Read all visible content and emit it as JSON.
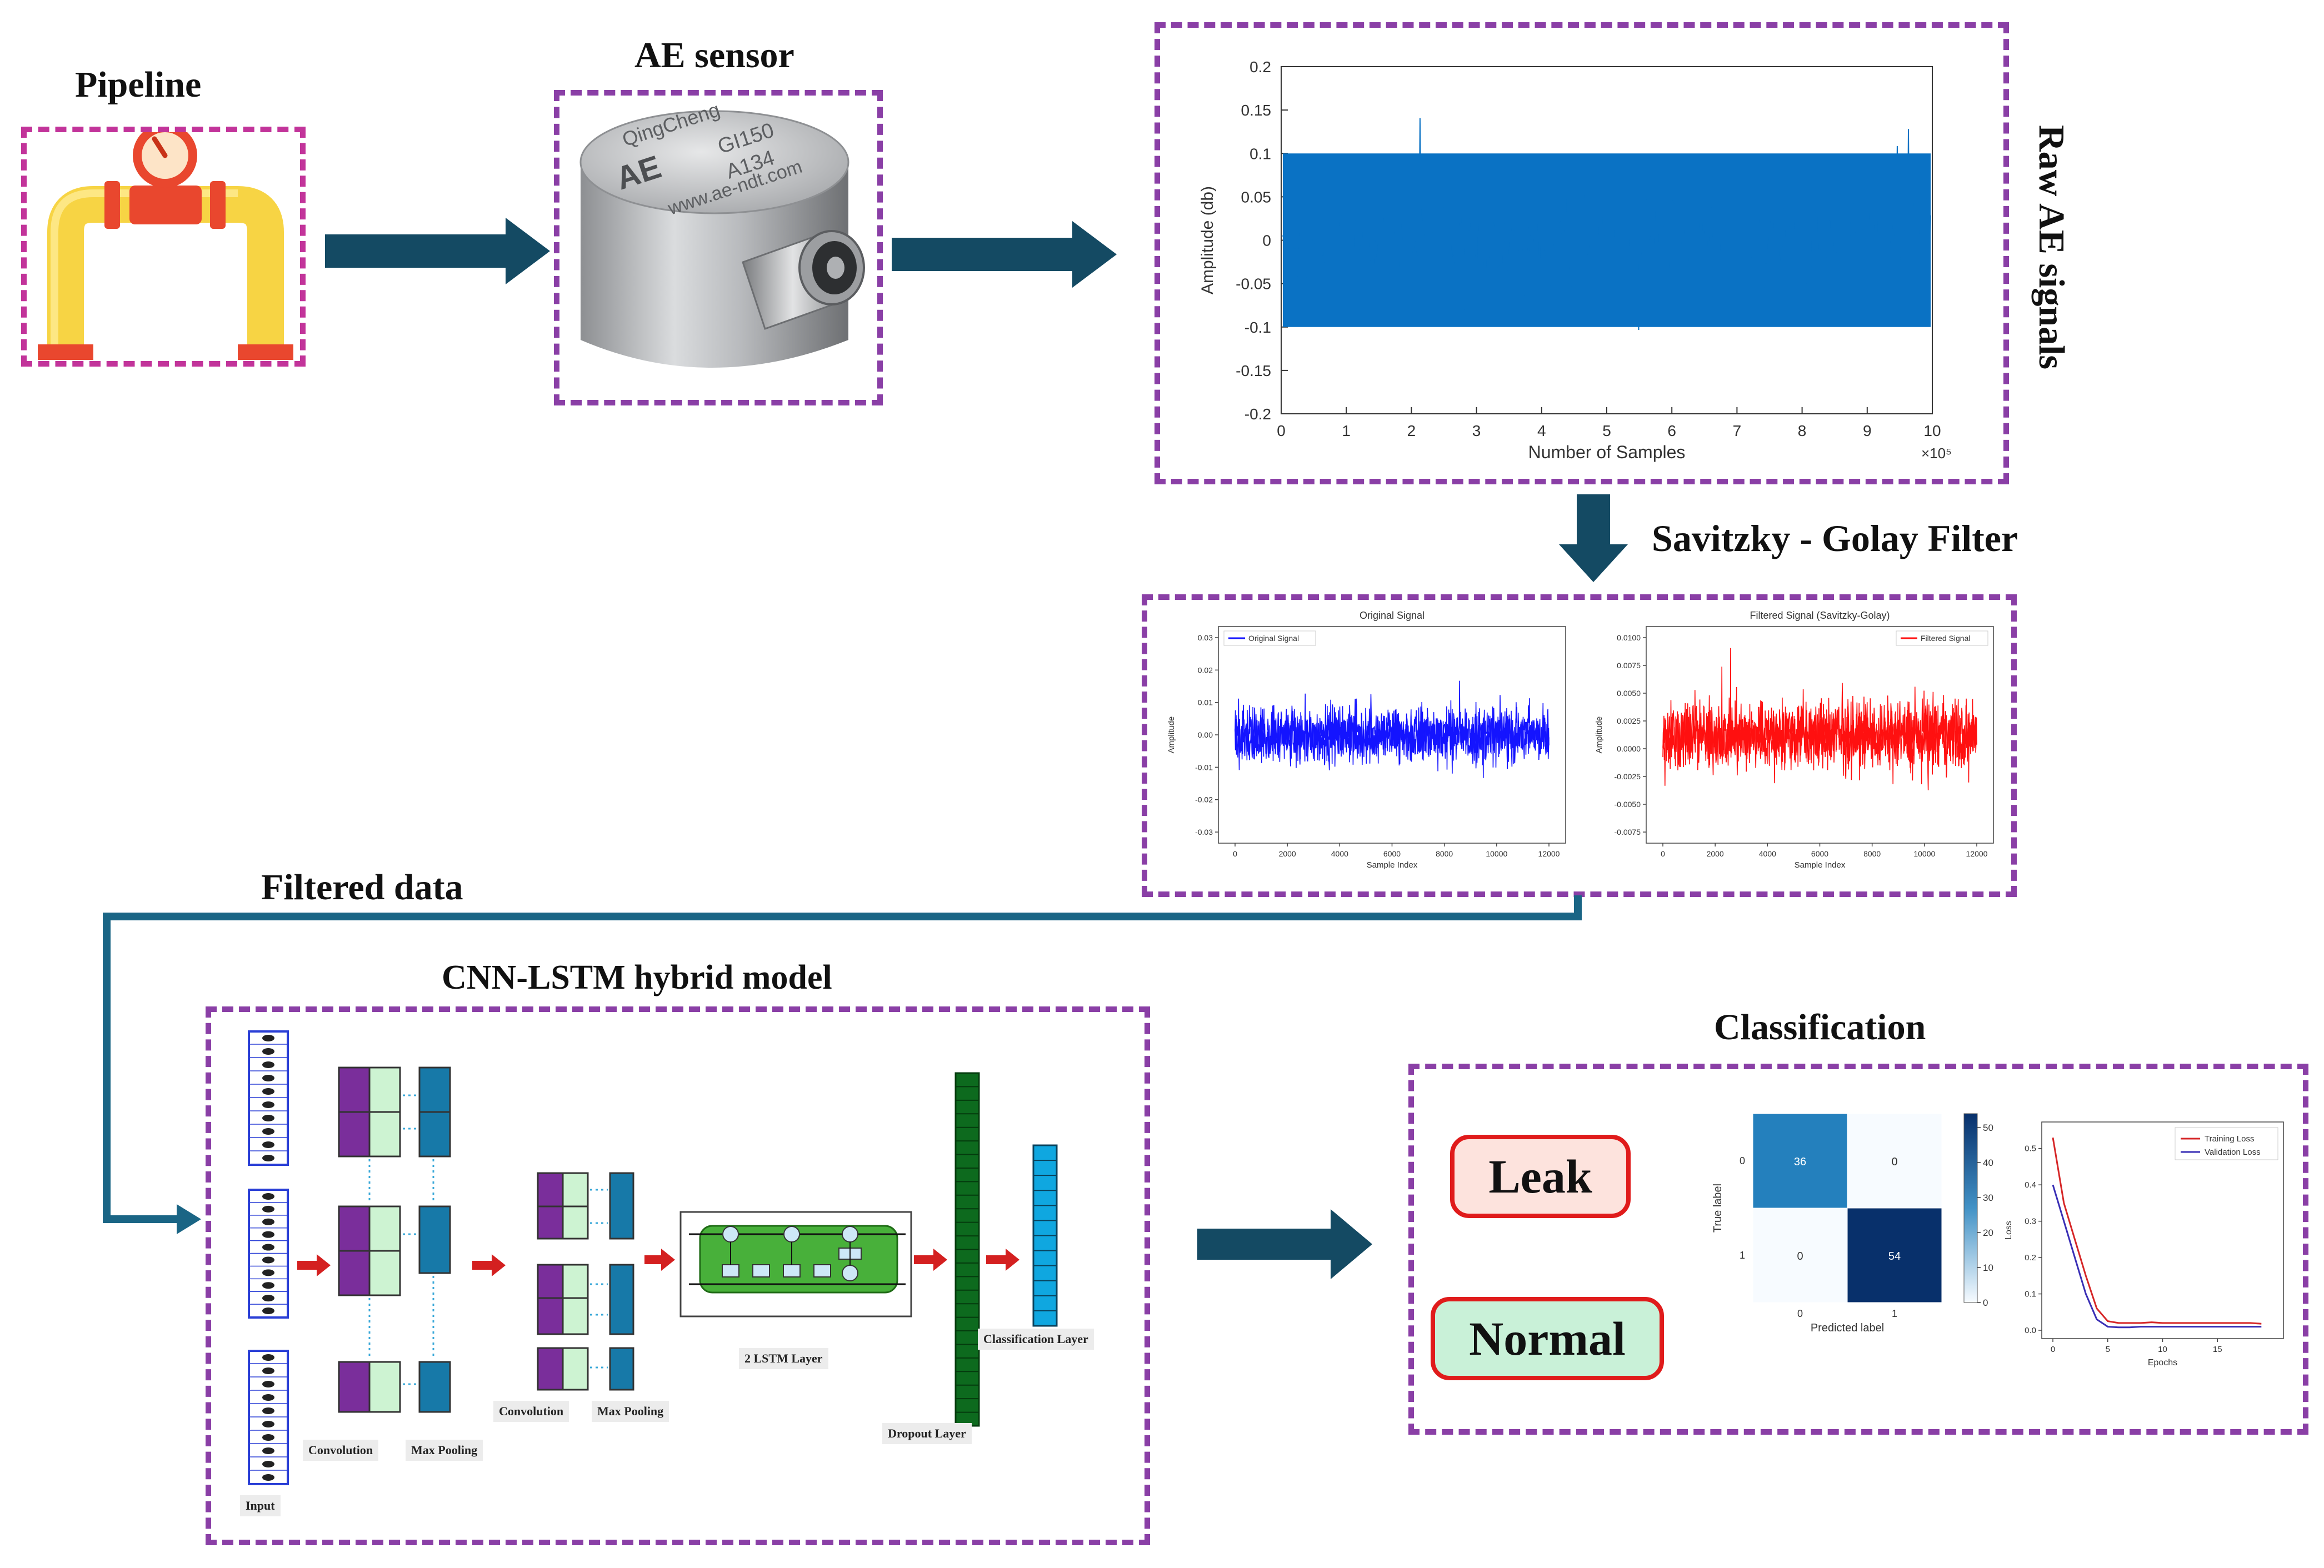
{
  "labels": {
    "pipeline": "Pipeline",
    "ae_sensor": "AE sensor",
    "raw_ae_signals": "Raw AE signals",
    "filter": "Savitzky - Golay Filter",
    "filtered_data": "Filtered data",
    "model": "CNN-LSTM hybrid model",
    "classification": "Classification"
  },
  "sensor_text": {
    "brand": "QingCheng",
    "model": "GI150",
    "serial": "A134",
    "url": "www.ae-ndt.com",
    "logo": "AE"
  },
  "raw_chart": {
    "ylabel": "Amplitude (db)",
    "xlabel": "Number of Samples",
    "x_ticks": [
      "0",
      "1",
      "2",
      "3",
      "4",
      "5",
      "6",
      "7",
      "8",
      "9",
      "10"
    ],
    "x_exponent": "×10⁵",
    "y_ticks": [
      "0.2",
      "0.15",
      "0.1",
      "0.05",
      "0",
      "-0.05",
      "-0.1",
      "-0.15",
      "-0.2"
    ],
    "color": "#0a72c4"
  },
  "original_chart": {
    "title": "Original Signal",
    "legend": "Original Signal",
    "xlabel": "Sample Index",
    "ylabel": "Amplitude",
    "x_ticks": [
      "0",
      "2000",
      "4000",
      "6000",
      "8000",
      "10000",
      "12000"
    ],
    "y_ticks": [
      "0.03",
      "0.02",
      "0.01",
      "0.00",
      "-0.01",
      "-0.02",
      "-0.03"
    ],
    "color": "#1414ff"
  },
  "filtered_chart": {
    "title": "Filtered Signal (Savitzky-Golay)",
    "legend": "Filtered Signal",
    "xlabel": "Sample Index",
    "ylabel": "Amplitude",
    "x_ticks": [
      "0",
      "2000",
      "4000",
      "6000",
      "8000",
      "10000",
      "12000"
    ],
    "y_ticks": [
      "0.0100",
      "0.0075",
      "0.0050",
      "0.0025",
      "0.0000",
      "-0.0025",
      "-0.0050",
      "-0.0075"
    ],
    "color": "#ff1010"
  },
  "cnn": {
    "input": "Input",
    "convolution_1": "Convolution",
    "max_pooling_1": "Max Pooling",
    "convolution_2": "Convolution",
    "max_pooling_2": "Max Pooling",
    "lstm": "2 LSTM Layer",
    "dropout": "Dropout Layer",
    "classification_layer": "Classification Layer"
  },
  "classes": {
    "leak": "Leak",
    "normal": "Normal"
  },
  "confusion": {
    "cells": [
      "36",
      "0",
      "0",
      "54"
    ],
    "true_label": "True label",
    "predicted_label": "Predicted label",
    "row_ticks": [
      "0",
      "1"
    ],
    "col_ticks": [
      "0",
      "1"
    ],
    "colorbar_ticks": [
      "50",
      "40",
      "30",
      "20",
      "10",
      "0"
    ]
  },
  "loss_chart": {
    "legend": [
      "Training Loss",
      "Validation Loss"
    ],
    "xlabel": "Epochs",
    "ylabel": "Loss",
    "x_ticks": [
      "0",
      "5",
      "10",
      "15"
    ],
    "y_ticks": [
      "0.5",
      "0.4",
      "0.3",
      "0.2",
      "0.1",
      "0.0"
    ],
    "colors": [
      "#d62728",
      "#3a2fb5"
    ]
  },
  "colors": {
    "arrow": "#144a63",
    "box_border": "#8a3fa6",
    "pipeline_border": "#c2349a",
    "leak_fill": "#fde3dd",
    "normal_fill": "#c9f1d8",
    "chip_border": "#e01b1b"
  }
}
